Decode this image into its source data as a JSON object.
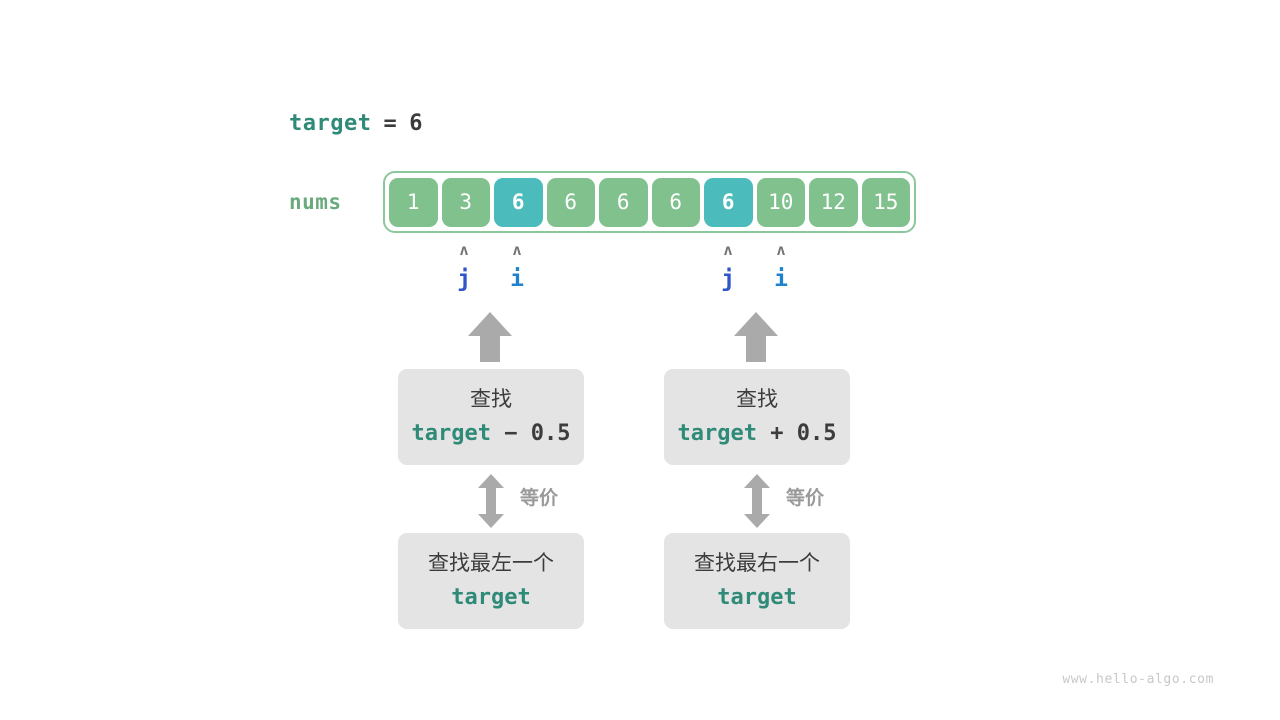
{
  "diagram": {
    "title_expr": {
      "var_label": "target",
      "equals": "=",
      "value": "6"
    },
    "array": {
      "label": "nums",
      "values": [
        "1",
        "3",
        "6",
        "6",
        "6",
        "6",
        "6",
        "10",
        "12",
        "15"
      ],
      "highlighted_indices": [
        2,
        6
      ],
      "cell_color": "#81c18e",
      "highlight_color": "#4bbcbb",
      "frame_border_color": "#8cc79c"
    },
    "pointers": [
      {
        "name": "j",
        "caret": "ʌ",
        "index": 1,
        "color": "#2f55c8"
      },
      {
        "name": "i",
        "caret": "ʌ",
        "index": 2,
        "color": "#1f82cc"
      },
      {
        "name": "j",
        "caret": "ʌ",
        "index": 6,
        "color": "#2f55c8"
      },
      {
        "name": "i",
        "caret": "ʌ",
        "index": 7,
        "color": "#1f82cc"
      }
    ],
    "branches": [
      {
        "side": "left",
        "top_box": {
          "line1": "查找",
          "expr_kw": "target",
          "expr_rest": " − 0.5"
        },
        "relation": "等价",
        "bottom_box": {
          "line1": "查找最左一个",
          "expr_kw": "target"
        }
      },
      {
        "side": "right",
        "top_box": {
          "line1": "查找",
          "expr_kw": "target",
          "expr_rest": " + 0.5"
        },
        "relation": "等价",
        "bottom_box": {
          "line1": "查找最右一个",
          "expr_kw": "target"
        }
      }
    ],
    "watermark": "www.hello-algo.com",
    "colors": {
      "teal_keyword": "#2f8a78",
      "green_label": "#6aab7e",
      "arrow_gray": "#aaaaaa",
      "box_gray": "#e4e4e4",
      "text_dark": "#3c3c3c"
    }
  }
}
